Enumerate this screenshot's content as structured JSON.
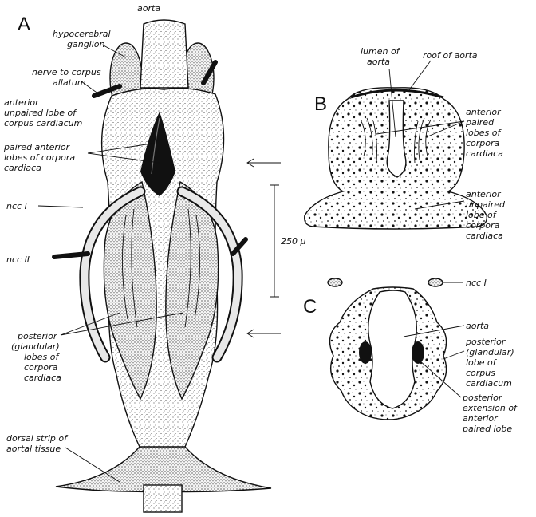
{
  "panels": {
    "a": "A",
    "b": "B",
    "c": "C"
  },
  "panel_a": {
    "aorta": "aorta",
    "hypocerebral_1": "hypocerebral",
    "hypocerebral_2": "ganglion",
    "nerve_1": "nerve to corpus",
    "nerve_2": "allatum",
    "anterior_unpaired_1": "anterior",
    "anterior_unpaired_2": "unpaired lobe of",
    "anterior_unpaired_3": "corpus cardiacum",
    "paired_anterior_1": "paired anterior",
    "paired_anterior_2": "lobes of corpora",
    "paired_anterior_3": "cardiaca",
    "ncc1": "ncc I",
    "ncc2": "ncc II",
    "posterior_1": "posterior",
    "posterior_2": "(glandular)",
    "posterior_3": "lobes of",
    "posterior_4": "corpora",
    "posterior_5": "cardiaca",
    "dorsal_1": "dorsal strip of",
    "dorsal_2": "aortal tissue"
  },
  "scale_bar": {
    "label": "250 μ"
  },
  "panel_b": {
    "lumen_1": "lumen of",
    "lumen_2": "aorta",
    "roof": "roof of aorta",
    "paired_1": "anterior",
    "paired_2": "paired",
    "paired_3": "lobes of",
    "paired_4": "corpora",
    "paired_5": "cardiaca",
    "unpaired_1": "anterior",
    "unpaired_2": "unpaired",
    "unpaired_3": "lobe of",
    "unpaired_4": "corpora",
    "unpaired_5": "cardiaca"
  },
  "panel_c": {
    "ncc1": "ncc I",
    "aorta": "aorta",
    "posterior_1": "posterior",
    "posterior_2": "(glandular)",
    "posterior_3": "lobe of",
    "posterior_4": "corpus",
    "posterior_5": "cardiacum",
    "ext_1": "posterior",
    "ext_2": "extension of",
    "ext_3": "anterior",
    "ext_4": "paired lobe"
  }
}
